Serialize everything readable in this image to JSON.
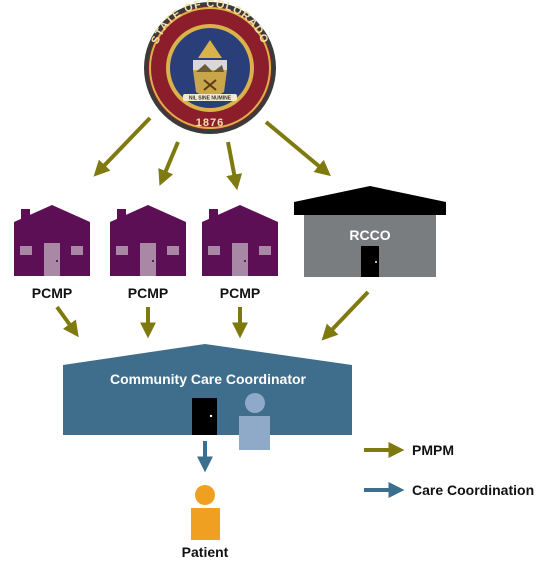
{
  "seal": {
    "ring_text": "STATE OF COLORADO",
    "motto": "NIL SINE NUMINE",
    "year": "1876"
  },
  "pcmp_label": "PCMP",
  "rcco_label": "RCCO",
  "hub_label": "Community Care Coordinator",
  "patient_label": "Patient",
  "legend": [
    {
      "label": "PMPM",
      "color": "#7f7a10"
    },
    {
      "label": "Care Coordination",
      "color": "#3b6e8f"
    }
  ],
  "colors": {
    "pcmp_house": "#5c0f55",
    "rcco_building": "#7a7d80",
    "hub_building": "#3e6e8c",
    "patient": "#f0a020",
    "coordinator_person": "#8fa9c8"
  }
}
